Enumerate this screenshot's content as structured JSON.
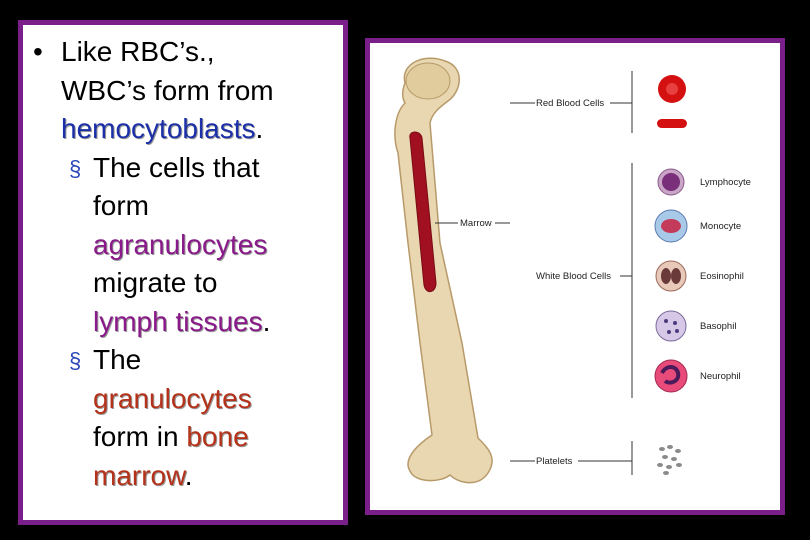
{
  "slide": {
    "bullet": "•",
    "sub_marker": "§",
    "line1": "Like RBC’s.,",
    "line2": "WBC’s form from",
    "hemocytoblasts": "hemocytoblasts",
    "period": ".",
    "sub1": {
      "line1": "The cells that",
      "line2": "form",
      "agranulocytes": "agranulocytes",
      "line4": "migrate to",
      "lymph_tissues": "lymph tissues"
    },
    "sub2": {
      "line1": "The",
      "granulocytes": "granulocytes",
      "form_in": "form in",
      "bone": "bone",
      "marrow": "marrow"
    }
  },
  "diagram": {
    "red_blood_cells": "Red Blood Cells",
    "marrow": "Marrow",
    "white_blood_cells": "White Blood Cells",
    "platelets": "Platelets",
    "lymphocyte": "Lymphocyte",
    "monocyte": "Monocyte",
    "eosinophil": "Eosinophil",
    "basophil": "Basophil",
    "neurophil": "Neurophil"
  },
  "colors": {
    "frame": "#7a1f8a",
    "bone": "#e8d7b0",
    "marrow": "#a01020",
    "rbc": "#d41010"
  }
}
